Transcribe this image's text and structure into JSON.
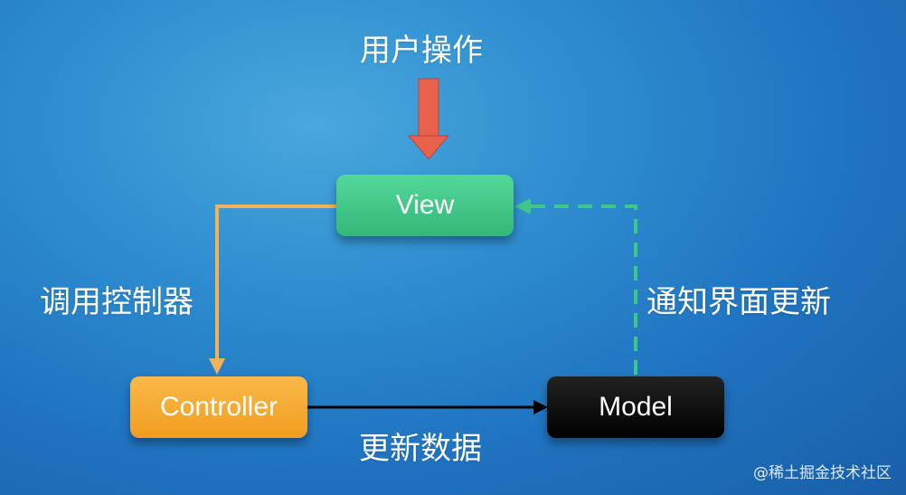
{
  "nodes": {
    "view": "View",
    "controller": "Controller",
    "model": "Model"
  },
  "labels": {
    "user_action": "用户操作",
    "call_controller": "调用控制器",
    "notify_update": "通知界面更新",
    "update_data": "更新数据"
  },
  "watermark": "@稀土掘金技术社区",
  "colors": {
    "view": "#3fc689",
    "controller": "#f6a92e",
    "model": "#000000",
    "user_arrow": "#e8614a",
    "controller_line": "#f3b25a",
    "notify_line": "#3fc689"
  }
}
